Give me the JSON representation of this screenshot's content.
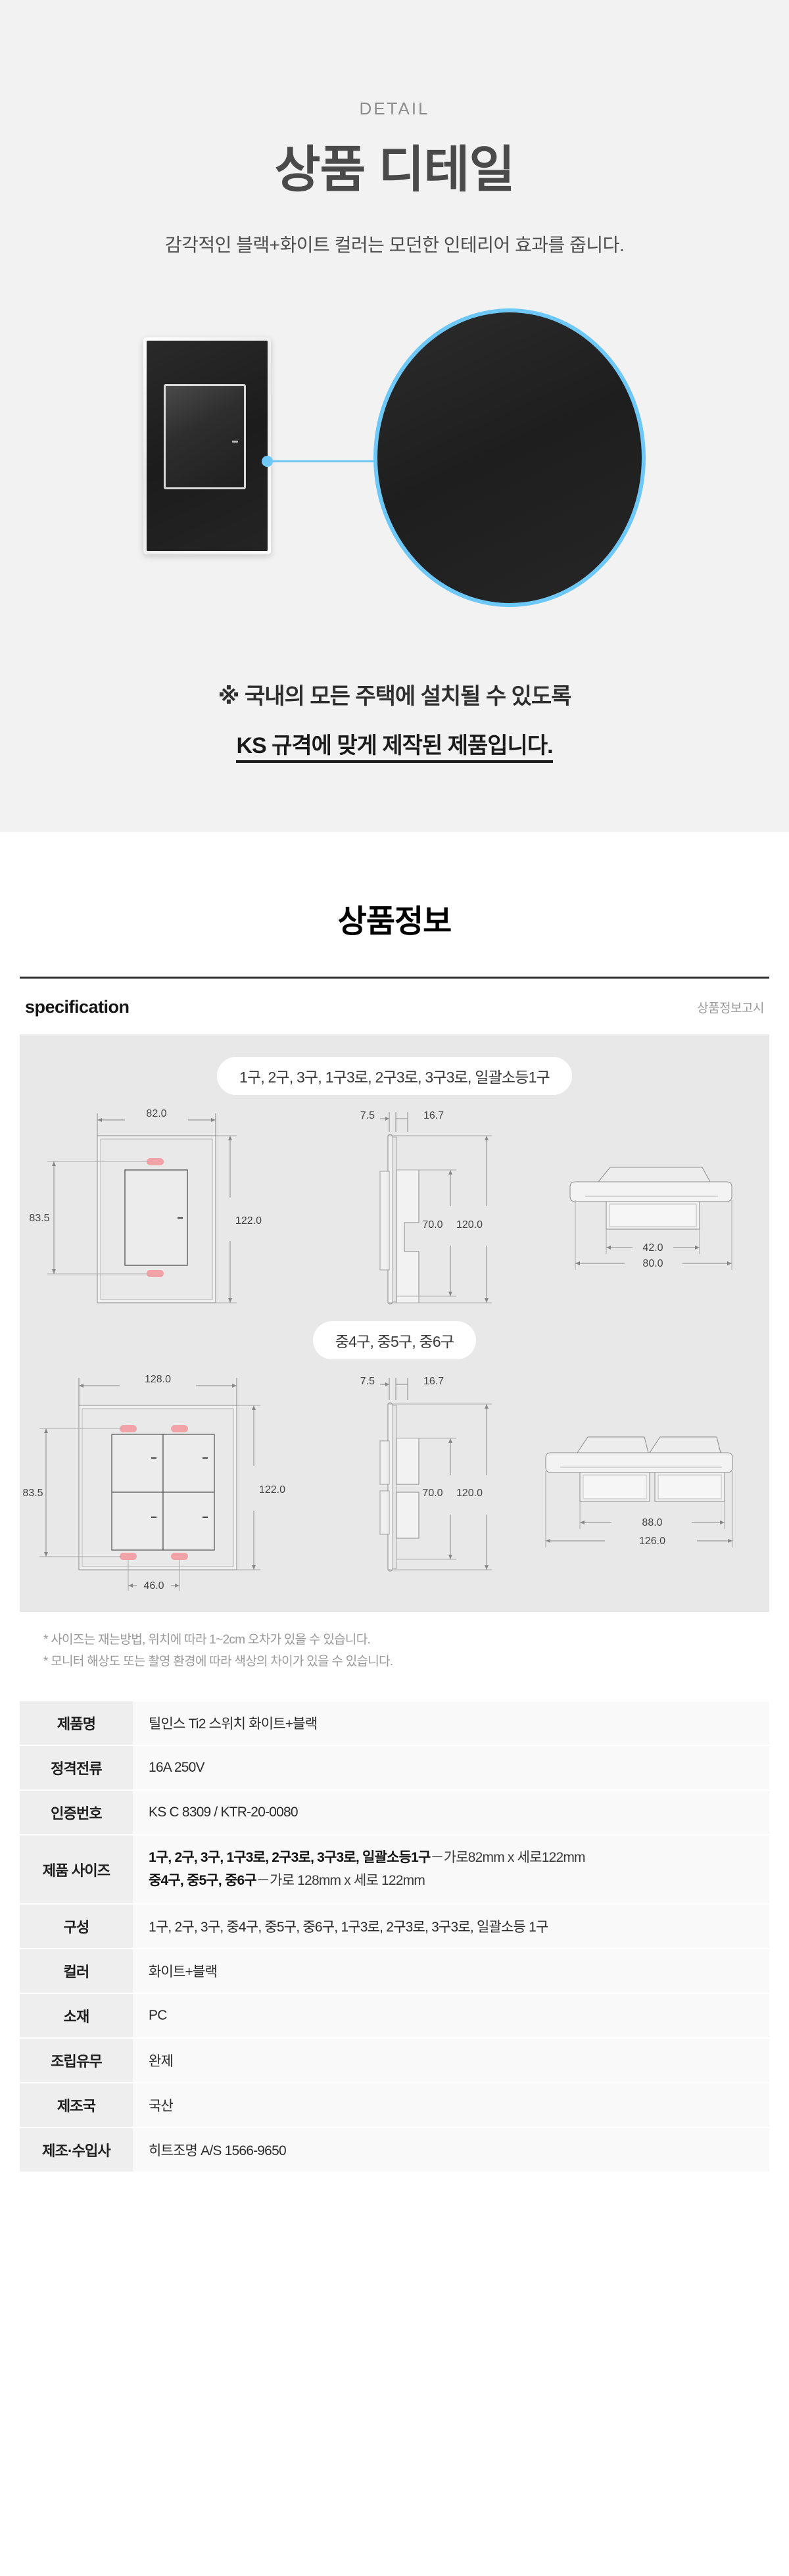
{
  "detail": {
    "eyebrow": "DETAIL",
    "title": "상품 디테일",
    "subtitle": "감각적인 블랙+화이트 컬러는 모던한 인테리어 효과를 줍니다.",
    "accent_color": "#6ec8f7",
    "plate_color": "#1e1e1e",
    "frame_color": "#f0f0f0"
  },
  "ks_notice": {
    "line1": "※ 국내의 모든 주택에 설치될 수 있도록",
    "line2": "KS 규격에 맞게 제작된 제품입니다."
  },
  "info": {
    "title": "상품정보",
    "spec_label": "specification",
    "spec_notice": "상품정보고시"
  },
  "drawings": [
    {
      "pill": "1구, 2구, 3구, 1구3로, 2구3로, 3구3로, 일괄소등1구",
      "front": {
        "width": "82.0",
        "inner_height": "83.5",
        "height": "122.0"
      },
      "side": {
        "bezel": "7.5",
        "depth": "16.7",
        "body": "70.0",
        "total": "120.0"
      },
      "bottom": {
        "inner": "42.0",
        "outer": "80.0"
      }
    },
    {
      "pill": "중4구, 중5구, 중6구",
      "front": {
        "width": "128.0",
        "inner_height": "83.5",
        "height": "122.0",
        "pitch": "46.0"
      },
      "side": {
        "bezel": "7.5",
        "depth": "16.7",
        "body": "70.0",
        "total": "120.0"
      },
      "bottom": {
        "inner": "88.0",
        "outer": "126.0"
      }
    }
  ],
  "notes": [
    "* 사이즈는 재는방법, 위치에 따라 1~2cm 오차가 있을 수 있습니다.",
    "* 모니터 해상도 또는 촬영 환경에 따라 색상의 차이가 있을 수 있습니다."
  ],
  "spec_table": {
    "rows": [
      {
        "label": "제품명",
        "value": "틸인스 Ti2 스위치 화이트+블랙"
      },
      {
        "label": "정격전류",
        "value": "16A 250V"
      },
      {
        "label": "인증번호",
        "value": "KS C 8309 / KTR-20-0080"
      },
      {
        "label": "제품 사이즈",
        "value": "",
        "size_lines": [
          {
            "bold": "1구, 2구, 3구, 1구3로, 2구3로, 3구3로, 일괄소등1구",
            "thin": "－가로82mm x 세로122mm"
          },
          {
            "bold": "중4구, 중5구, 중6구",
            "thin": "－가로 128mm x 세로 122mm"
          }
        ]
      },
      {
        "label": "구성",
        "value": "1구, 2구, 3구, 중4구, 중5구, 중6구, 1구3로, 2구3로, 3구3로, 일괄소등 1구"
      },
      {
        "label": "컬러",
        "value": "화이트+블랙"
      },
      {
        "label": "소재",
        "value": "PC"
      },
      {
        "label": "조립유무",
        "value": "완제"
      },
      {
        "label": "제조국",
        "value": "국산"
      },
      {
        "label": "제조·수입사",
        "value": "히트조명 A/S 1566-9650"
      }
    ]
  }
}
